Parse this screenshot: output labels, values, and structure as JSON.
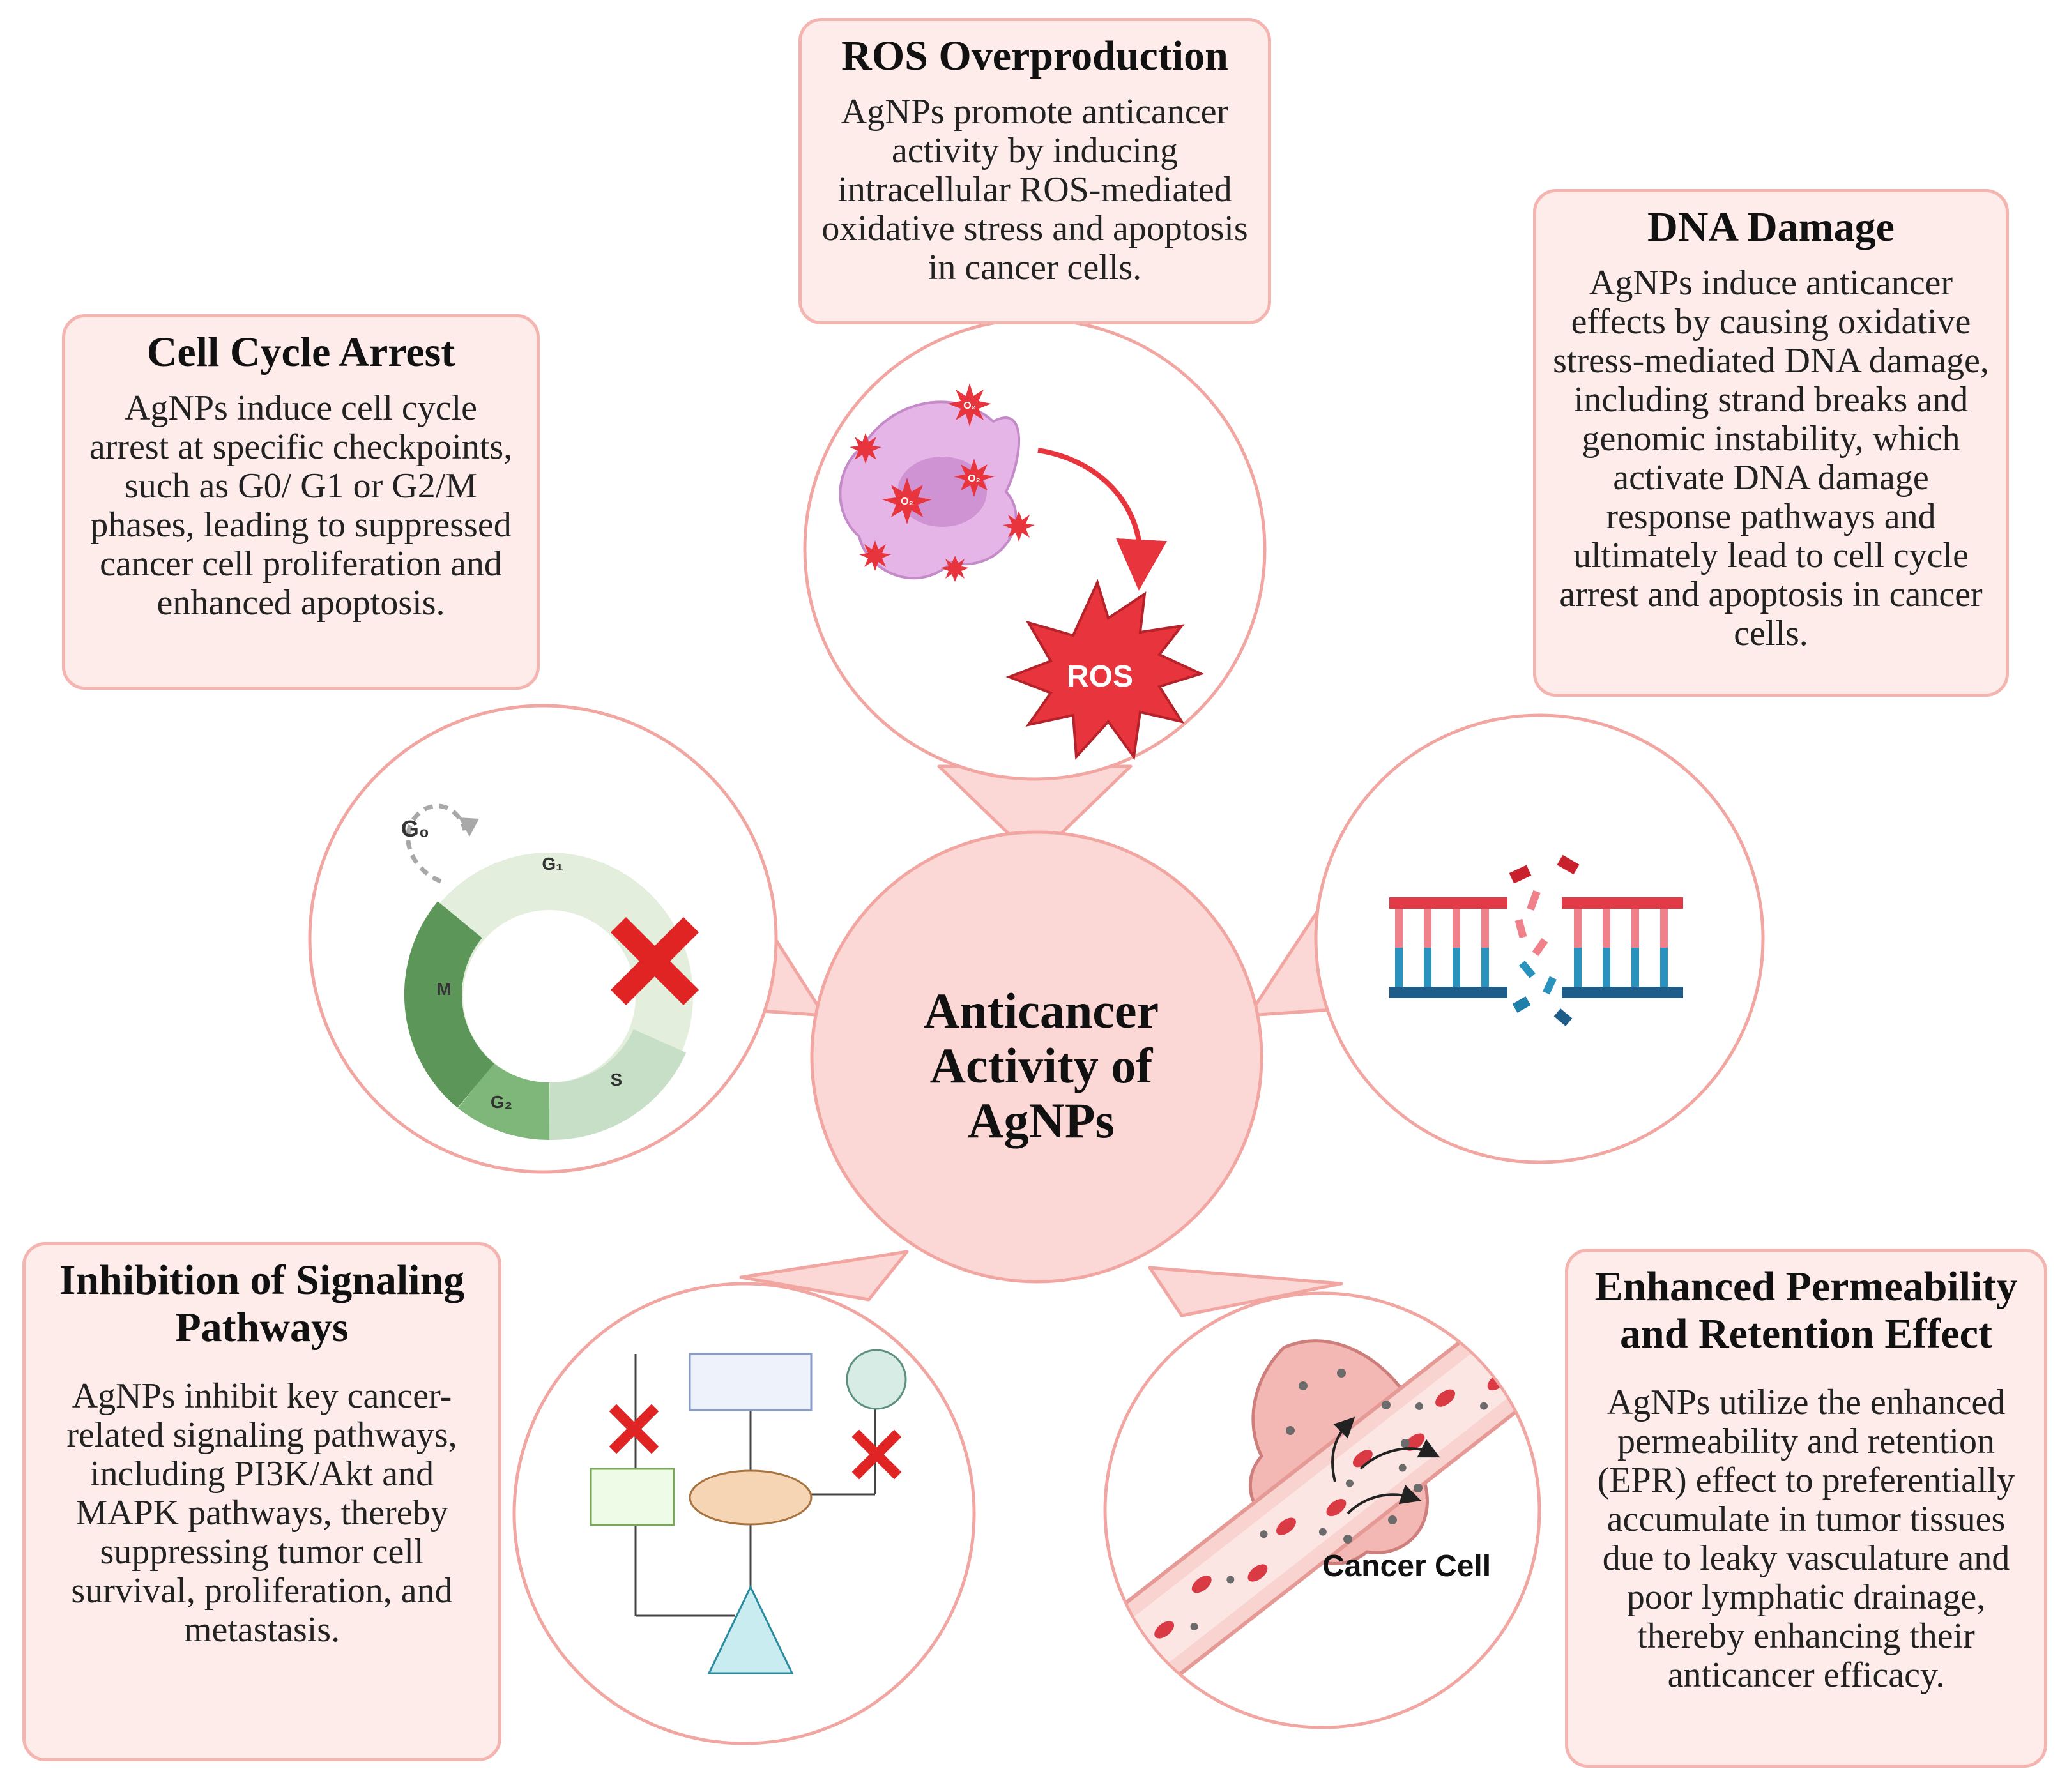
{
  "center": {
    "line1": "Anticancer",
    "line2": "Activity of",
    "line3": "AgNPs"
  },
  "cards": {
    "ros": {
      "title": "ROS Overproduction",
      "body": "AgNPs promote anticancer activity by inducing intracellular ROS-mediated oxidative stress and apoptosis in cancer cells."
    },
    "dna": {
      "title": "DNA Damage",
      "body": "AgNPs induce anticancer effects by causing oxidative stress-mediated DNA damage, including strand breaks and genomic instability, which activate DNA damage response pathways and ultimately lead to cell cycle arrest and apoptosis in cancer cells."
    },
    "cellcycle": {
      "title": "Cell Cycle Arrest",
      "body": "AgNPs induce cell cycle arrest at specific checkpoints, such as G0/ G1 or G2/M phases, leading to suppressed cancer cell proliferation and enhanced apoptosis."
    },
    "signaling": {
      "title": "Inhibition of Signaling Pathways",
      "body": "AgNPs inhibit key cancer-related signaling pathways, including PI3K/Akt and MAPK pathways, thereby suppressing tumor cell survival, proliferation, and metastasis."
    },
    "epr": {
      "title": "Enhanced Permeability and Retention Effect",
      "body": "AgNPs utilize the enhanced permeability and retention (EPR) effect to preferentially accumulate in tumor tissues due to leaky vasculature and poor lymphatic drainage, thereby enhancing their anticancer efficacy."
    }
  },
  "illustrations": {
    "ros_label": "ROS",
    "o2_label": "O₂",
    "cycle": {
      "g0": "G₀",
      "g1": "G₁",
      "s": "S",
      "g2": "G₂",
      "m": "M"
    },
    "cancer_cell_label": "Cancer Cell"
  },
  "colors": {
    "card_fill": "#fdecea",
    "card_border": "#f4b4b0",
    "circle_border": "#f2a6a2",
    "center_fill": "#fbd7d5",
    "ros_red": "#e8343d",
    "dna_red": "#e23a47",
    "dna_blue": "#1e7fa8"
  }
}
